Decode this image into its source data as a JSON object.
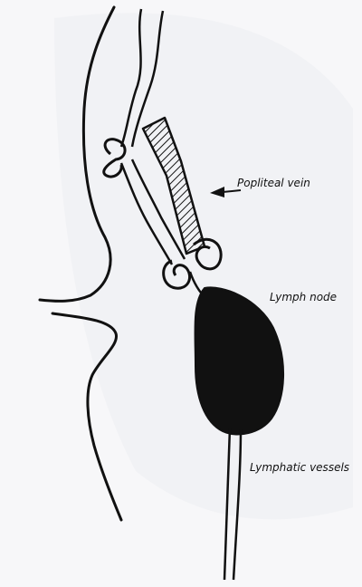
{
  "labels": {
    "popliteal_vein": "Popliteal vein",
    "lymph_node": "Lymph node",
    "lymphatic_vessels": "Lymphatic vessels"
  },
  "colors": {
    "ink": "#111111",
    "background": "#f7f7f9"
  }
}
